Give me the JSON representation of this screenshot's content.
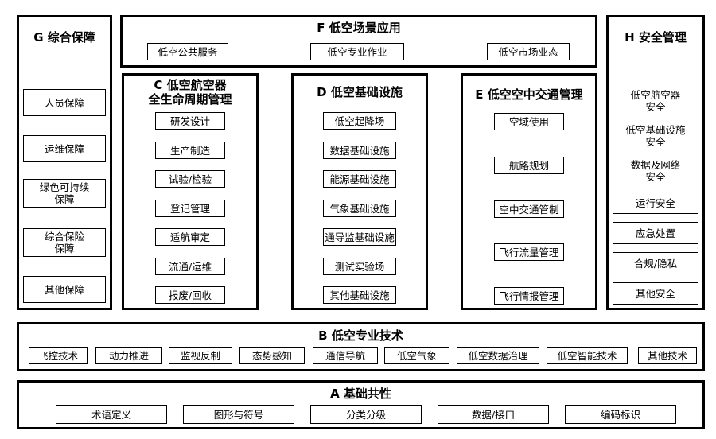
{
  "G": {
    "title": "G 综合保障",
    "items": [
      "人员保障",
      "运维保障",
      "绿色可持续\n保障",
      "综合保险\n保障",
      "其他保障"
    ]
  },
  "F": {
    "title": "F 低空场景应用",
    "items": [
      "低空公共服务",
      "低空专业作业",
      "低空市场业态"
    ]
  },
  "H": {
    "title": "H 安全管理",
    "items": [
      "低空航空器\n安全",
      "低空基础设施\n安全",
      "数据及网络\n安全",
      "运行安全",
      "应急处置",
      "合规/隐私",
      "其他安全"
    ]
  },
  "C": {
    "title_line1": "C  低空航空器",
    "title_line2": "全生命周期管理",
    "items": [
      "研发设计",
      "生产制造",
      "试验/检验",
      "登记管理",
      "适航审定",
      "流通/运维",
      "报废/回收"
    ]
  },
  "D": {
    "title": "D  低空基础设施",
    "items": [
      "低空起降场",
      "数据基础设施",
      "能源基础设施",
      "气象基础设施",
      "通导监基础设施",
      "测试实验场",
      "其他基础设施"
    ]
  },
  "E": {
    "title": "E  低空空中交通管理",
    "items": [
      "空域使用",
      "航路规划",
      "空中交通管制",
      "飞行流量管理",
      "飞行情报管理"
    ]
  },
  "B": {
    "title": "B  低空专业技术",
    "items": [
      "飞控技术",
      "动力推进",
      "监视反制",
      "态势感知",
      "通信导航",
      "低空气象",
      "低空数据治理",
      "低空智能技术",
      "其他技术"
    ]
  },
  "A": {
    "title": "A   基础共性",
    "items": [
      "术语定义",
      "图形与符号",
      "分类分级",
      "数据/接口",
      "编码标识"
    ]
  }
}
